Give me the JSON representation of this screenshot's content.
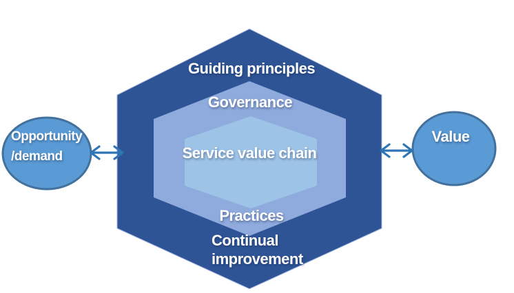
{
  "hexagons": {
    "guiding_principles": "Guiding principles",
    "governance": "Governance",
    "service_value_chain": "Service value chain",
    "practices": "Practices",
    "continual_improvement": {
      "line1": "Continual",
      "line2": "improvement"
    }
  },
  "left_node": {
    "line1": "Opportunity",
    "line2": "/demand"
  },
  "right_node": {
    "label": "Value"
  },
  "icons": {
    "left_arrow": "double-headed-arrow",
    "right_arrow": "double-headed-arrow"
  },
  "colors": {
    "background": "#FFFFFF",
    "outer_hexagon": "#2E5496",
    "outer_hexagon_edge": "#A3B8E4",
    "middle_hexagon": "#8FAADC",
    "inner_hexagon": "#9DC3E6",
    "ellipse_fill": "#5B9BD5",
    "ellipse_border": "#41719C",
    "arrow": "#2E75B6",
    "text": "#FFFFFF"
  }
}
